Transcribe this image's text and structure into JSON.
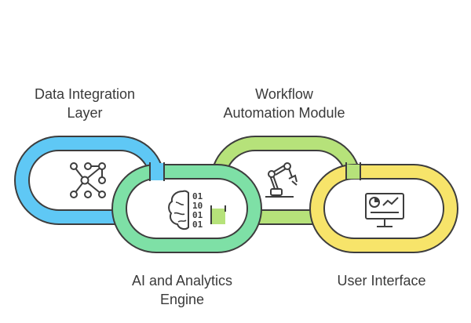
{
  "labels": {
    "data_integration": [
      "Data Integration",
      "Layer"
    ],
    "workflow_automation": [
      "Workflow",
      "Automation Module"
    ],
    "ai_analytics": [
      "AI and Analytics",
      "Engine"
    ],
    "user_interface": [
      "User Interface"
    ]
  },
  "binary_digits": [
    "01",
    "10",
    "01",
    "01"
  ],
  "icons": [
    "network-nodes-icon",
    "brain-binary-icon",
    "robotic-arm-icon",
    "dashboard-monitor-icon"
  ],
  "colors": {
    "link_blue": "#5fc8f5",
    "link_green": "#7ee0a6",
    "link_lightgreen": "#b6e27a",
    "link_yellow": "#f7e46a",
    "outline": "#3d3d3d",
    "text": "#3a3a3a"
  }
}
